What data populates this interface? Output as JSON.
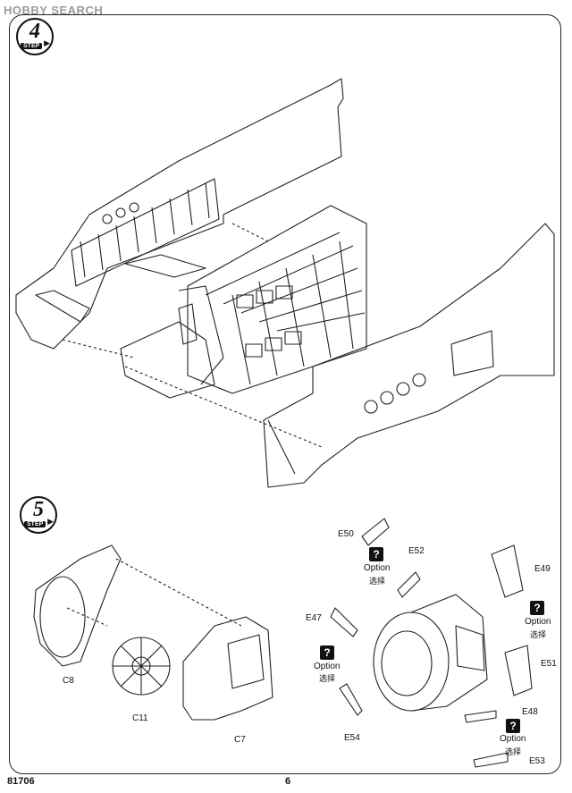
{
  "watermark": "HOBBY SEARCH",
  "step4": {
    "number": "4",
    "word": "STEP"
  },
  "step5": {
    "number": "5",
    "word": "STEP"
  },
  "parts": {
    "c8": "C8",
    "c11": "C11",
    "c7": "C7",
    "e50": "E50",
    "e52": "E52",
    "e49": "E49",
    "e47": "E47",
    "e51": "E51",
    "e54": "E54",
    "e48": "E48",
    "e53": "E53"
  },
  "option": {
    "mark": "?",
    "word": "Option",
    "cn": "选择"
  },
  "footer": {
    "kit_number": "81706",
    "page_number": "6"
  }
}
